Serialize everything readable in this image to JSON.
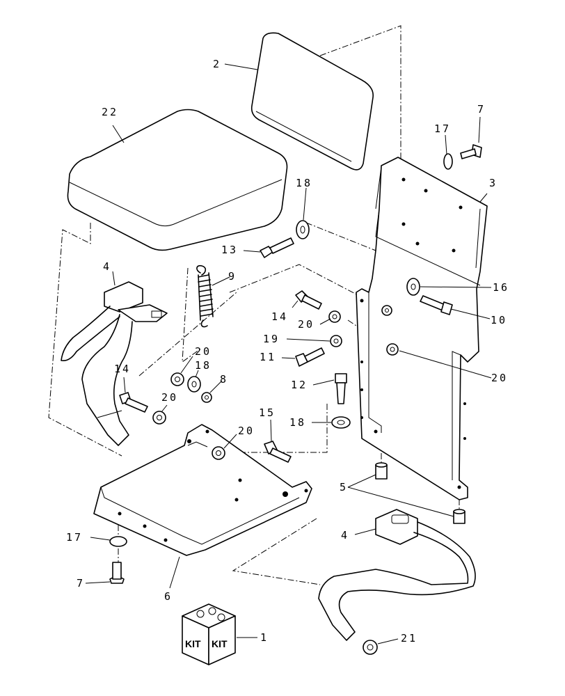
{
  "callouts": {
    "c1": "1",
    "c2": "2",
    "c3": "3",
    "c4a": "4",
    "c4b": "4",
    "c5": "5",
    "c6": "6",
    "c7a": "7",
    "c7b": "7",
    "c8": "8",
    "c9": "9",
    "c10": "10",
    "c11": "11",
    "c12": "12",
    "c13": "13",
    "c14a": "14",
    "c14b": "14",
    "c15": "15",
    "c16": "16",
    "c17a": "17",
    "c17b": "17",
    "c18a": "18",
    "c18b": "18",
    "c18c": "18",
    "c19": "19",
    "c20a": "20",
    "c20b": "20",
    "c20c": "20",
    "c20d": "20",
    "c20e": "20",
    "c21": "21",
    "c22": "22"
  },
  "kit_box": {
    "label_left": "KIT",
    "label_right": "KIT"
  }
}
